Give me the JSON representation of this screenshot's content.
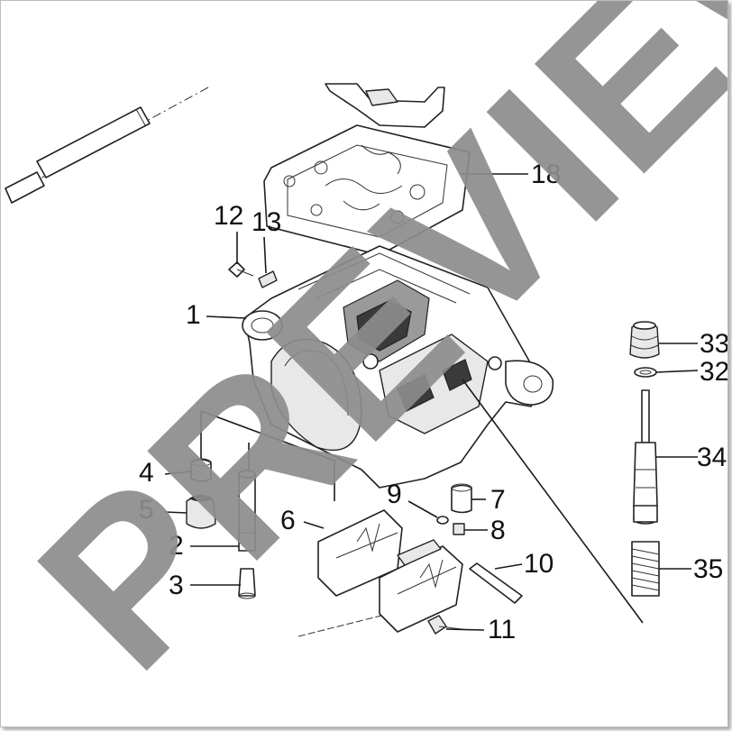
{
  "watermark": "PREVIEW",
  "callouts": {
    "c1": "1",
    "c2": "2",
    "c3": "3",
    "c4": "4",
    "c5": "5",
    "c6": "6",
    "c7": "7",
    "c8": "8",
    "c9": "9",
    "c10": "10",
    "c11": "11",
    "c12": "12",
    "c13": "13",
    "c18": "18",
    "c32": "32",
    "c33": "33",
    "c34": "34",
    "c35": "35"
  }
}
